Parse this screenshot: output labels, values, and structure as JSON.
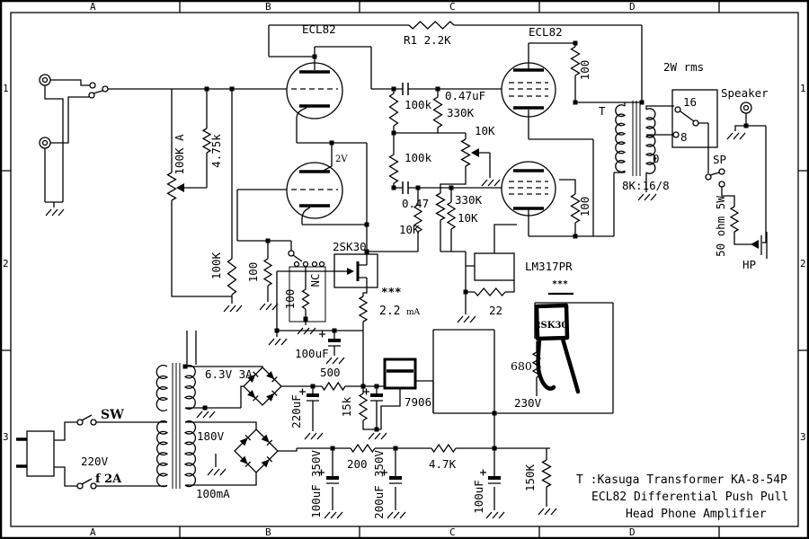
{
  "border": {
    "cols": [
      "A",
      "B",
      "C",
      "D"
    ],
    "rows": [
      "1",
      "2",
      "3"
    ]
  },
  "title_block": {
    "line1": "T :Kasuga Transformer KA-8-54P",
    "line2": "ECL82 Differential Push Pull",
    "line3": "Head Phone Amplifier"
  },
  "colors": {
    "annotation_soft_red": "#e87272",
    "annotation_red": "#dd2222"
  },
  "labels": {
    "ecl82_left": "ECL82",
    "ecl82_right": "ECL82",
    "r1": "R1 2.2K",
    "cap_top": "0.47uF",
    "cap_bottom": "0.47",
    "r100k_top": "100k",
    "r100k_bottom": "100k",
    "r330k_top": "330K",
    "r330k_bottom": "330K",
    "pot10k": "10K",
    "r10k_a": "10K",
    "r10k_b": "10K",
    "bias_2v": "2V",
    "vol_pot": "100K A",
    "r4_75k": "4.75k",
    "r100k_in": "100K",
    "r100_grid": "100",
    "r100_sw": "100",
    "nc": "NC",
    "fet_label": "2SK30",
    "stars_left": "***",
    "current_val": "2.2",
    "current_unit": "mA",
    "c100uf_fet": "100uF",
    "r500": "500",
    "lm317": "LM317PR",
    "r22": "22",
    "stars_right": "***",
    "fet_hand": "2SK30",
    "r680": "680",
    "v230": "230V",
    "r100_anode_top": "100",
    "r100_anode_bottom": "100",
    "t_label": "T",
    "power_rating": "2W rms",
    "tap16": "16",
    "tap8": "8",
    "tap0": "0",
    "impedance": "8K:16/8",
    "speaker": "Speaker",
    "sp": "SP",
    "r50ohm": "50 ohm 5W",
    "hp": "HP",
    "sw": "SW",
    "v220": "220V",
    "fuse": "f 2A",
    "heater": "6.3V 3A",
    "v180": "180V",
    "ma100": "100mA",
    "c220uf": "220uF",
    "r15k": "15k",
    "reg7906": "7906",
    "c1_350v": "350V",
    "c1_100uf": "100uF",
    "c2_350v": "350V",
    "c2_200uf": "200uF",
    "r200": "200",
    "r4_7k": "4.7K",
    "c3_100uf": "100uF",
    "r150k": "150K"
  }
}
